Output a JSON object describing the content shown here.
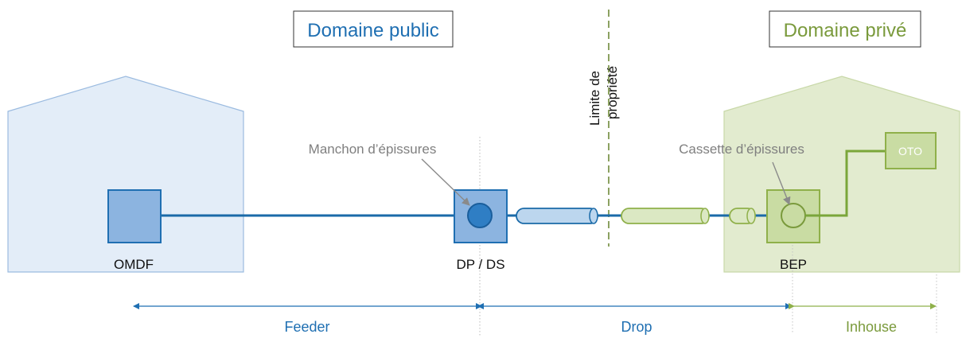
{
  "header": {
    "public_domain": "Domaine public",
    "private_domain": "Domaine privé"
  },
  "property_limit": {
    "line1": "Limite de",
    "line2": "propriété"
  },
  "nodes": {
    "omdf": "OMDF",
    "dp_ds": "DP / DS",
    "bep": "BEP",
    "oto": "OTO"
  },
  "callouts": {
    "splice_sleeve": "Manchon d’épissures",
    "splice_cassette": "Cassette d’épissures"
  },
  "segments": {
    "feeder": "Feeder",
    "drop": "Drop",
    "inhouse": "Inhouse"
  },
  "colors": {
    "public_blue": "#1f6fb2",
    "node_blue_fill": "#8cb4e0",
    "house_blue_fill": "#e3edf8",
    "private_green": "#8fb04a",
    "node_green_fill": "#c9dca3",
    "house_green_fill": "#e2ebcf",
    "callout_grey": "#7f7f7f"
  }
}
